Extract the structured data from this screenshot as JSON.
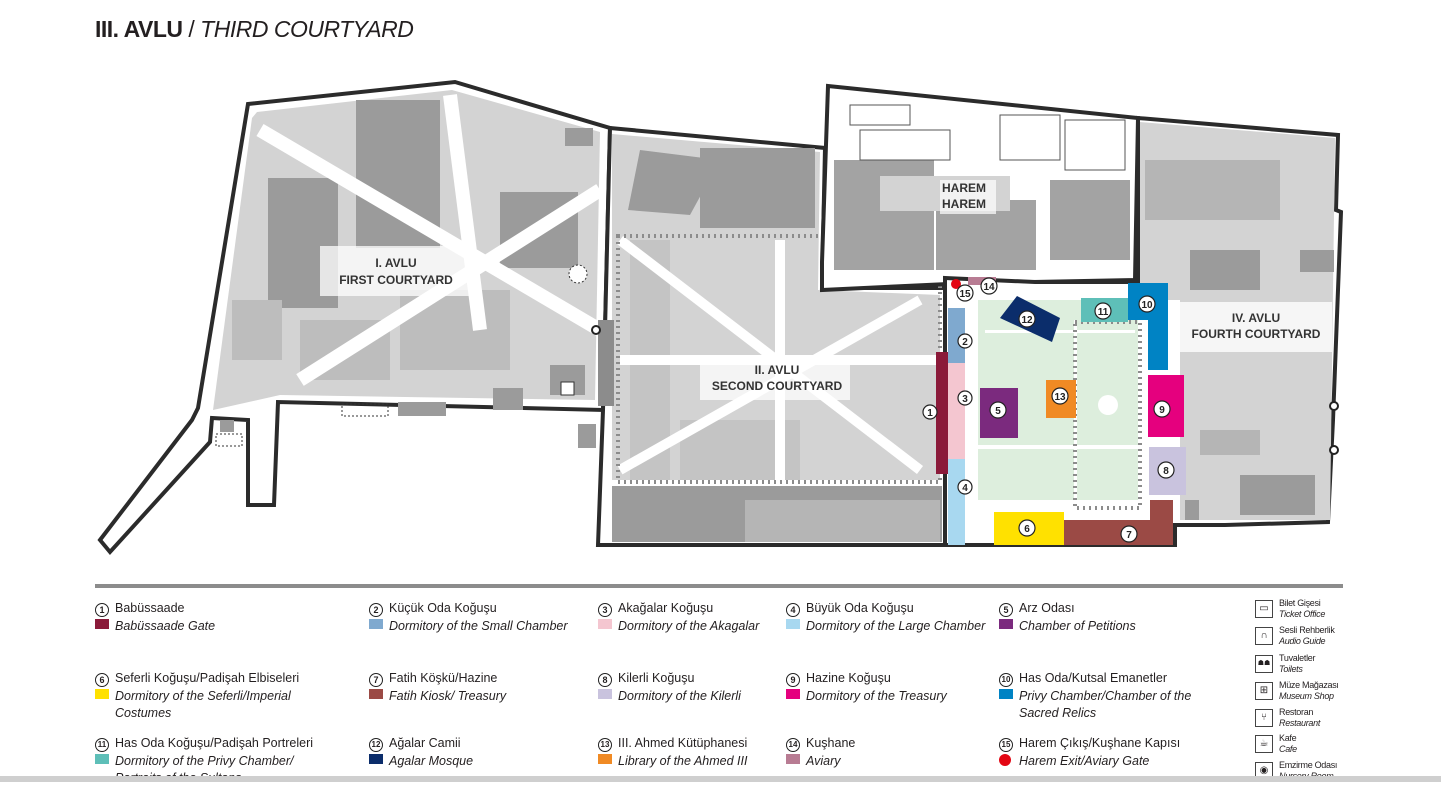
{
  "title": {
    "bold": "III. AVLU",
    "separator": "/",
    "italic": "THIRD COURTYARD"
  },
  "map": {
    "labels": {
      "first_tr": "I. AVLU",
      "first_en": "FIRST COURTYARD",
      "second_tr": "II. AVLU",
      "second_en": "SECOND COURTYARD",
      "harem_tr": "HAREM",
      "harem_en": "HAREM",
      "fourth_tr": "IV. AVLU",
      "fourth_en": "FOURTH COURTYARD"
    },
    "markers": [
      "1",
      "2",
      "3",
      "4",
      "5",
      "6",
      "7",
      "8",
      "9",
      "10",
      "11",
      "12",
      "13",
      "14",
      "15"
    ]
  },
  "legend": [
    {
      "num": "1",
      "tr": "Babüssaade",
      "en": "Babüssaade Gate",
      "color": "#8b1a3a"
    },
    {
      "num": "2",
      "tr": "Küçük Oda Koğuşu",
      "en": "Dormitory of the Small Chamber",
      "color": "#7fa9cf"
    },
    {
      "num": "3",
      "tr": "Akağalar Koğuşu",
      "en": "Dormitory of the Akagalar",
      "color": "#f4c6d0"
    },
    {
      "num": "4",
      "tr": "Büyük Oda Koğuşu",
      "en": "Dormitory of the Large Chamber",
      "color": "#a8d8f0"
    },
    {
      "num": "5",
      "tr": "Arz Odası",
      "en": "Chamber of Petitions",
      "color": "#7b2a7e"
    },
    {
      "num": "6",
      "tr": "Seferli Koğuşu/Padişah Elbiseleri",
      "en": "Dormitory of the Seferli/Imperial Costumes",
      "color": "#ffe100"
    },
    {
      "num": "7",
      "tr": "Fatih Köşkü/Hazine",
      "en": "Fatih Kiosk/ Treasury",
      "color": "#9b4a45"
    },
    {
      "num": "8",
      "tr": "Kilerli Koğuşu",
      "en": "Dormitory of the Kilerli",
      "color": "#c9c3de"
    },
    {
      "num": "9",
      "tr": "Hazine Koğuşu",
      "en": "Dormitory of the Treasury",
      "color": "#e5007e"
    },
    {
      "num": "10",
      "tr": "Has Oda/Kutsal Emanetler",
      "en": "Privy Chamber/Chamber of the Sacred Relics",
      "color": "#0083c4"
    },
    {
      "num": "11",
      "tr": "Has Oda Koğuşu/Padişah Portreleri",
      "en": "Dormitory of the Privy Chamber/ Portraits of the Sultans",
      "color": "#5ebfb8"
    },
    {
      "num": "12",
      "tr": "Ağalar Camii",
      "en": "Agalar Mosque",
      "color": "#0b2d6b"
    },
    {
      "num": "13",
      "tr": "III. Ahmed Kütüphanesi",
      "en": "Library of the Ahmed III",
      "color": "#f08a24"
    },
    {
      "num": "14",
      "tr": "Kuşhane",
      "en": "Aviary",
      "color": "#b87c93"
    },
    {
      "num": "15",
      "tr": "Harem Çıkış/Kuşhane Kapısı",
      "en": "Harem Exit/Aviary Gate",
      "color": "#e30613"
    }
  ],
  "services": [
    {
      "icon": "ticket-icon",
      "glyph": "▭",
      "tr": "Bilet Gişesi",
      "en": "Ticket Office"
    },
    {
      "icon": "audio-guide-icon",
      "glyph": "∩",
      "tr": "Sesli Rehberlik",
      "en": "Audio Guide"
    },
    {
      "icon": "toilets-icon",
      "glyph": "☗☗",
      "tr": "Tuvaletler",
      "en": "Toilets"
    },
    {
      "icon": "shop-icon",
      "glyph": "⊞",
      "tr": "Müze Mağazası",
      "en": "Museum Shop"
    },
    {
      "icon": "restaurant-icon",
      "glyph": "⑂",
      "tr": "Restoran",
      "en": "Restaurant"
    },
    {
      "icon": "cafe-icon",
      "glyph": "☕",
      "tr": "Kafe",
      "en": "Cafe"
    },
    {
      "icon": "nursery-icon",
      "glyph": "◉",
      "tr": "Emzirme Odası",
      "en": "Nursery Room"
    }
  ]
}
